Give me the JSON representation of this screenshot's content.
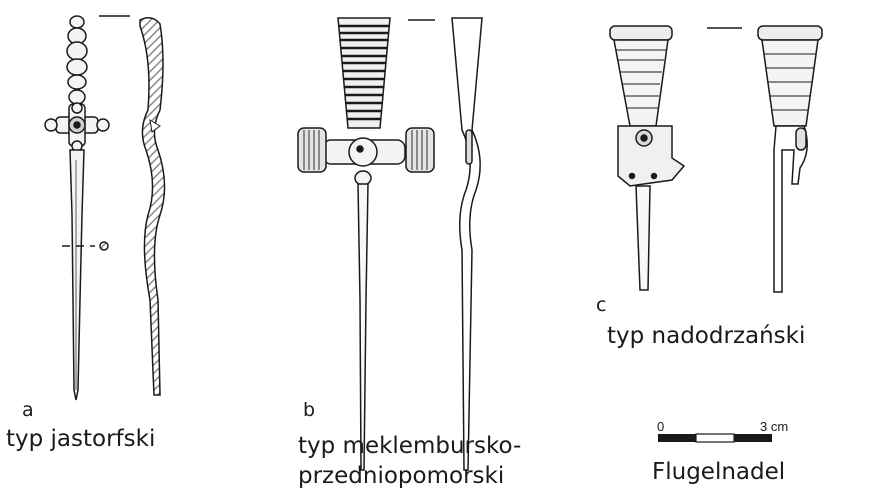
{
  "panels": {
    "a": {
      "letter": "a",
      "caption": "typ jastorfski"
    },
    "b": {
      "letter": "b",
      "caption_line1": "typ meklembursko-",
      "caption_line2": "przedniopomorski"
    },
    "c": {
      "letter": "c",
      "caption": "typ nadodrzański"
    }
  },
  "scale": {
    "start_label": "0",
    "end_label": "3 cm"
  },
  "title": "Flugelnadel",
  "colors": {
    "ink": "#1a1a1a",
    "hatch": "#9a9a9a"
  }
}
